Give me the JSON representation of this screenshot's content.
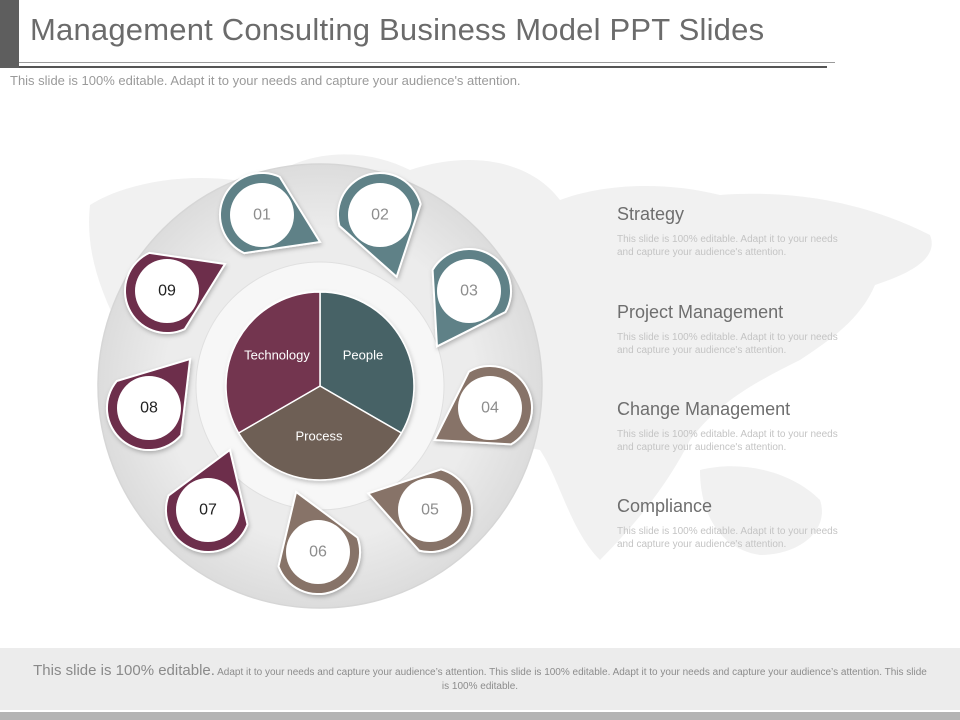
{
  "slide": {
    "title": "Management Consulting Business Model PPT Slides",
    "subtitle": "This slide is 100% editable. Adapt it to your needs and capture your audience's attention."
  },
  "colors": {
    "teal": "#5e8187",
    "maroon": "#6d2d4c",
    "taupe": "#877367",
    "people": "#466266",
    "technology": "#73344f",
    "process": "#6e5e55",
    "ring": "#e6e6e6",
    "number_light": "#8d8d8d",
    "number_dark": "#222222"
  },
  "center": {
    "segments": [
      {
        "label": "People",
        "color": "#466266"
      },
      {
        "label": "Process",
        "color": "#6e5e55"
      },
      {
        "label": "Technology",
        "color": "#73344f"
      }
    ]
  },
  "markers": [
    {
      "number": "01",
      "color": "#5e8187"
    },
    {
      "number": "02",
      "color": "#5e8187"
    },
    {
      "number": "03",
      "color": "#5e8187"
    },
    {
      "number": "04",
      "color": "#877367"
    },
    {
      "number": "05",
      "color": "#877367"
    },
    {
      "number": "06",
      "color": "#877367"
    },
    {
      "number": "07",
      "color": "#6d2d4c"
    },
    {
      "number": "08",
      "color": "#6d2d4c"
    },
    {
      "number": "09",
      "color": "#6d2d4c"
    }
  ],
  "items": [
    {
      "heading": "Strategy",
      "body": "This slide is 100% editable. Adapt it to your needs and capture your audience's attention."
    },
    {
      "heading": "Project  Management",
      "body": "This slide is 100% editable. Adapt it to your needs and capture your audience's attention."
    },
    {
      "heading": "Change Management",
      "body": "This slide is 100% editable. Adapt it to your needs and capture your audience's attention."
    },
    {
      "heading": "Compliance",
      "body": "This slide is 100% editable. Adapt it to your needs and capture your audience's attention."
    }
  ],
  "footer": {
    "lead": "This slide is 100% editable.",
    "text": " Adapt it to your needs and capture your audience’s attention. This slide is 100% editable. Adapt it to your needs and capture your audience’s attention. This slide is 100% editable."
  }
}
